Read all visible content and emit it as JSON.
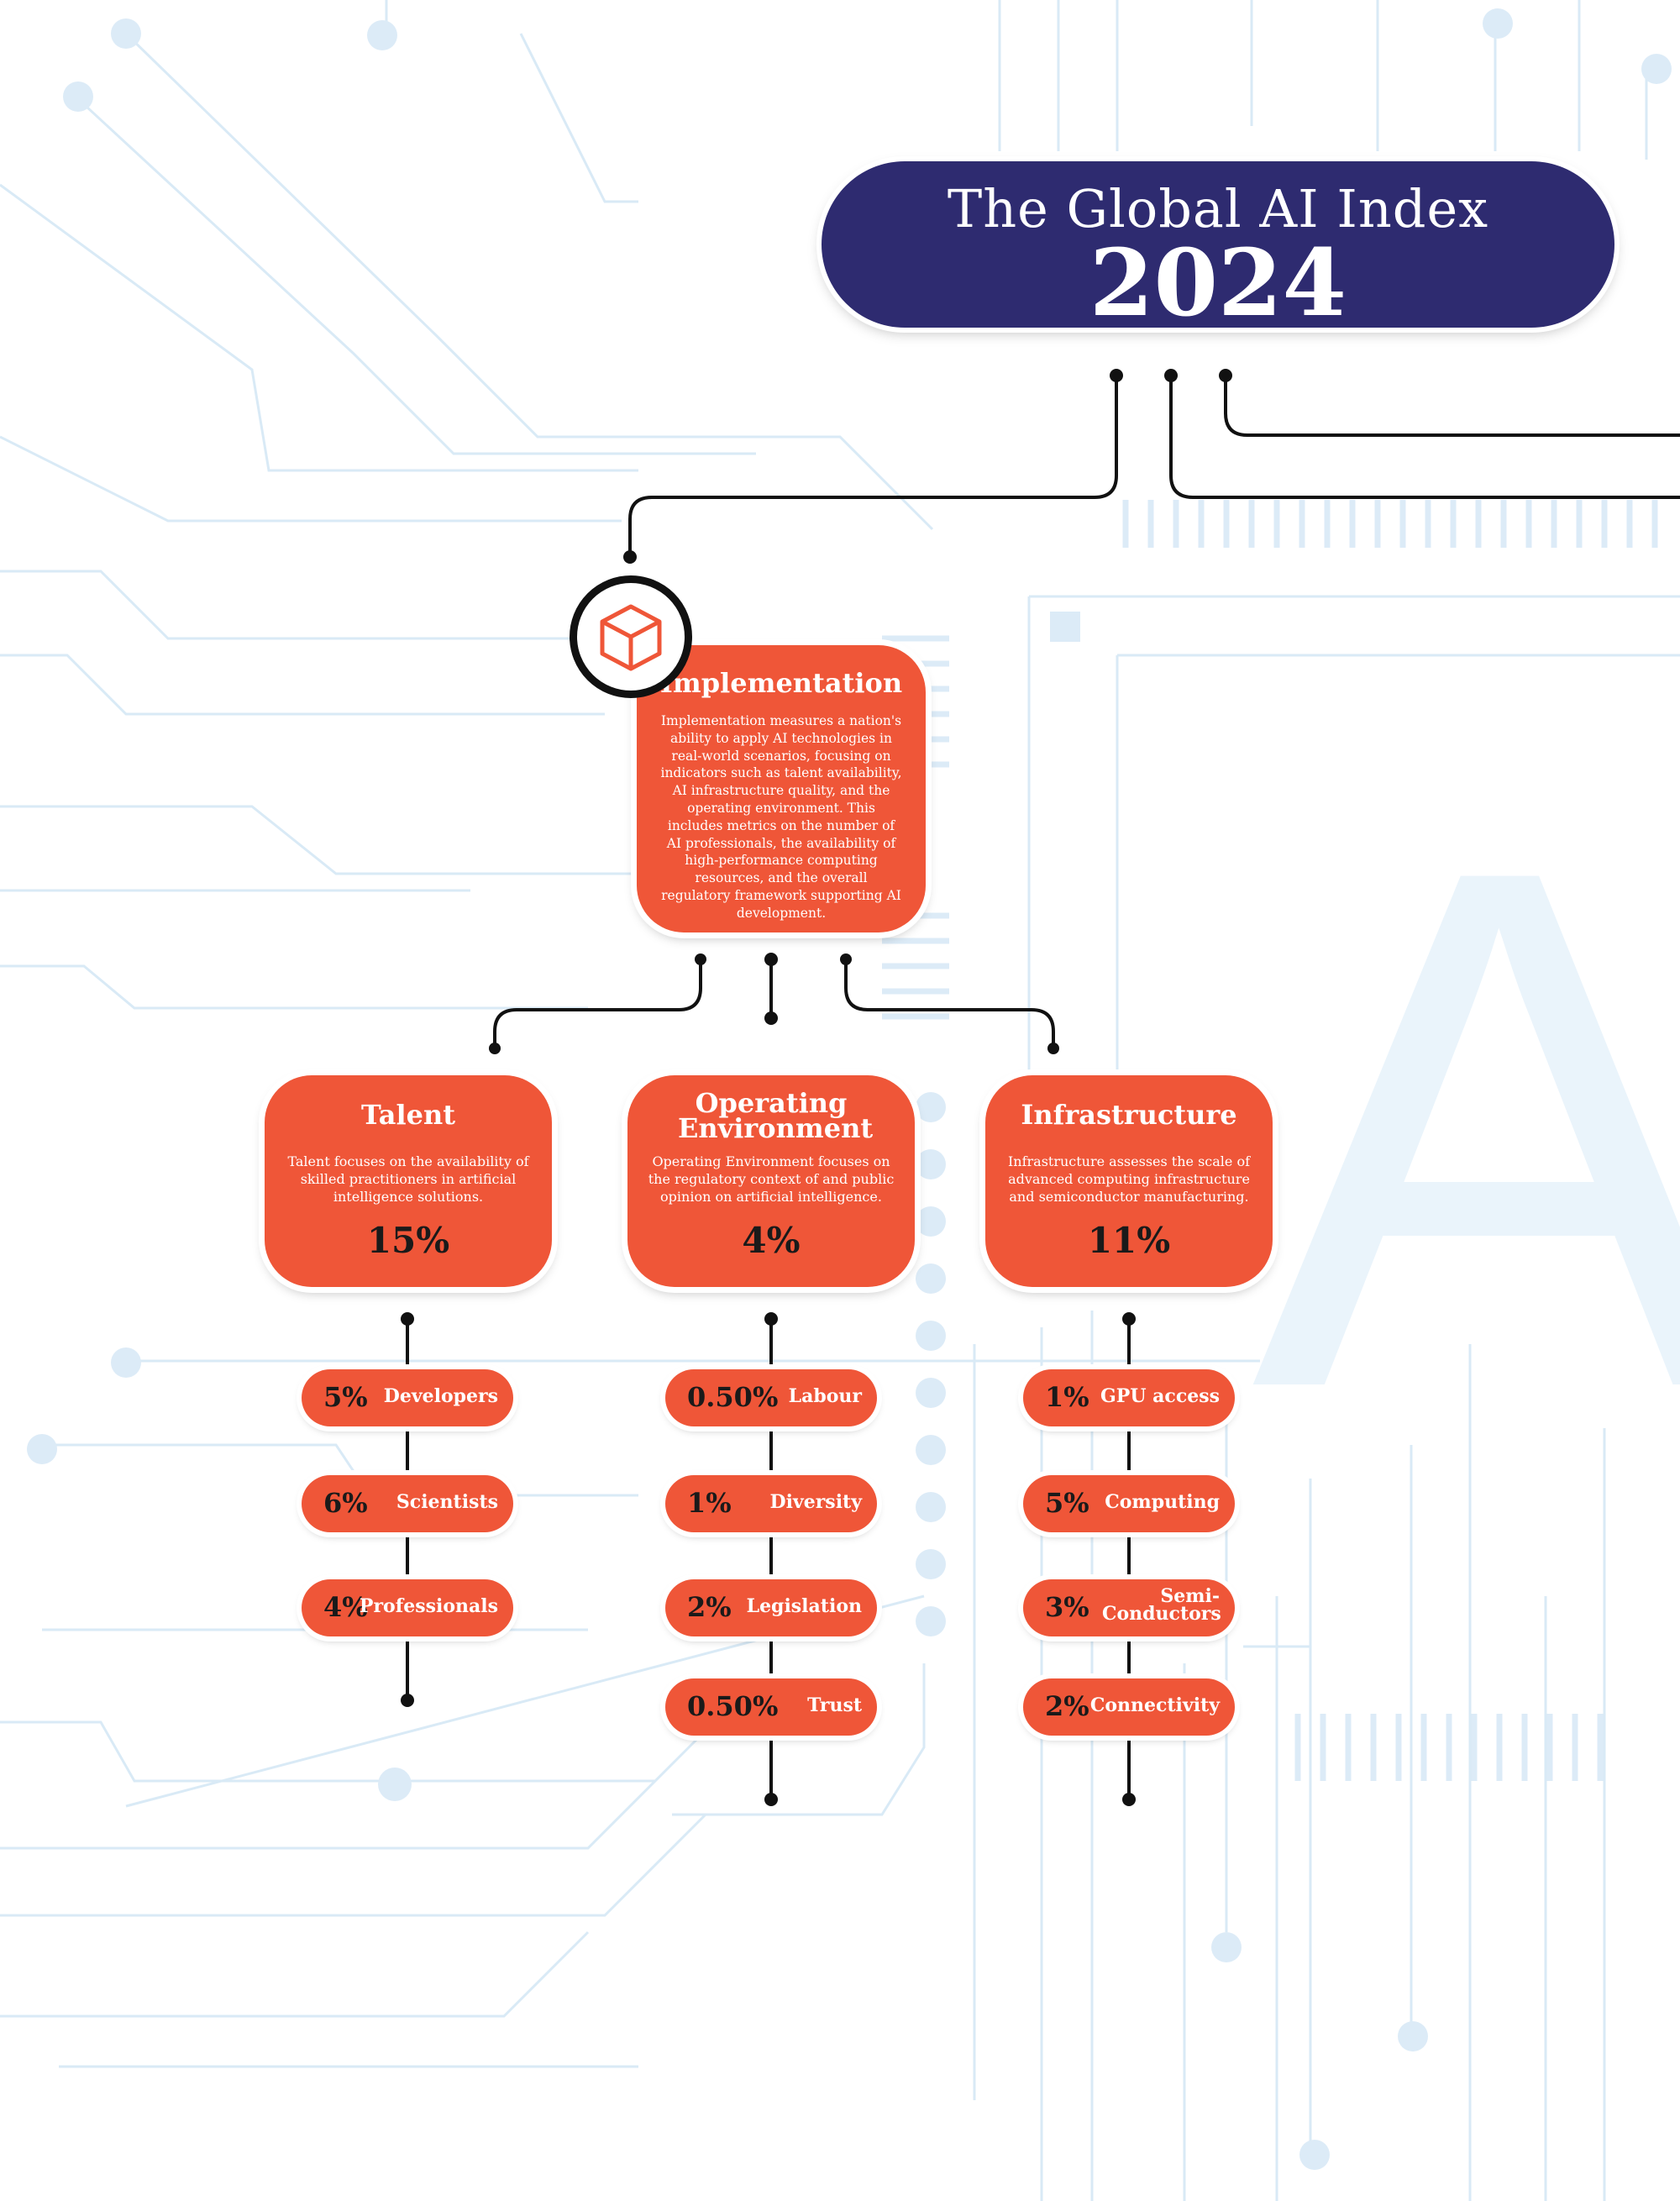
{
  "header": {
    "title_line1": "The Global AI Index",
    "title_line2": "2024"
  },
  "background_letter": "A",
  "implementation": {
    "icon": "cube-icon",
    "title": "Implementation",
    "description": "Implementation measures a nation's ability to apply AI technologies in real-world scenarios, focusing on indicators such as talent availability, AI infrastructure quality, and the operating environment. This includes metrics on the number of AI professionals, the availability of high-performance computing resources, and the overall regulatory framework supporting AI development."
  },
  "categories": [
    {
      "title": "Talent",
      "description": "Talent focuses on the availability of skilled practitioners in artificial intelligence solutions.",
      "weight": "15%",
      "items": [
        {
          "pct": "5%",
          "label": "Developers"
        },
        {
          "pct": "6%",
          "label": "Scientists"
        },
        {
          "pct": "4%",
          "label": "Professionals"
        }
      ]
    },
    {
      "title": "Operating Environment",
      "description": "Operating Environment focuses on the regulatory context of and public opinion on artificial intelligence.",
      "weight": "4%",
      "items": [
        {
          "pct": "0.50%",
          "label": "Labour"
        },
        {
          "pct": "1%",
          "label": "Diversity"
        },
        {
          "pct": "2%",
          "label": "Legislation"
        },
        {
          "pct": "0.50%",
          "label": "Trust"
        }
      ]
    },
    {
      "title": "Infrastructure",
      "description": "Infrastructure assesses the scale of advanced computing infrastructure and semiconductor manufacturing.",
      "weight": "11%",
      "items": [
        {
          "pct": "1%",
          "label": "GPU access"
        },
        {
          "pct": "5%",
          "label": "Computing"
        },
        {
          "pct": "3%",
          "label": "Semi-Conductors"
        },
        {
          "pct": "2%",
          "label": "Connectivity"
        }
      ]
    }
  ],
  "colors": {
    "navy": "#2e2b70",
    "orange": "#ef5638",
    "connector": "#111111",
    "circuit": "#d7e9f6"
  }
}
